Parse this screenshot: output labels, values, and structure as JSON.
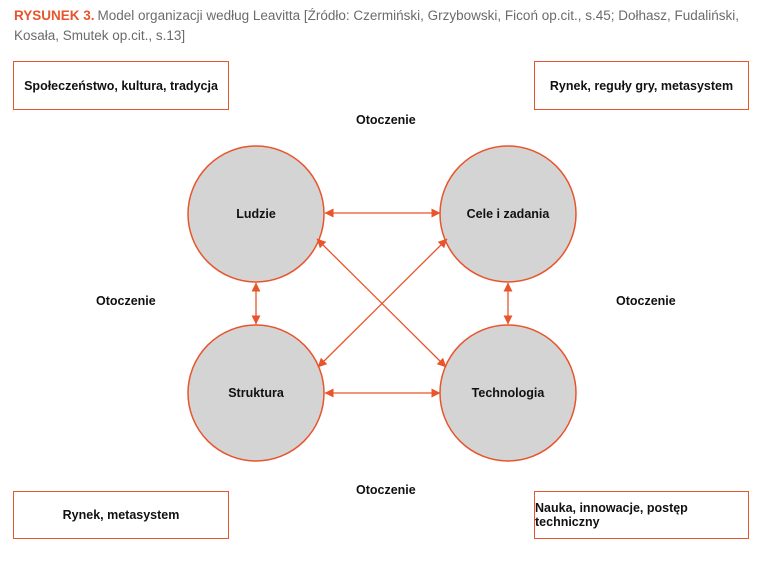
{
  "caption": {
    "lead": "RYSUNEK 3.",
    "text": "Model organizacji według Leavitta [Źródło: Czermiński, Grzybowski, Ficoń op.cit., s.45; Dołhasz, Fudaliński, Kosała, Smutek op.cit., s.13]"
  },
  "corners": {
    "top_left": "Społeczeństwo, kultura, tradycja",
    "top_right": "Rynek, reguły gry, metasystem",
    "bottom_left": "Rynek, metasystem",
    "bottom_right": "Nauka, innowacje, postęp techniczny"
  },
  "environment": {
    "top": "Otoczenie",
    "left": "Otoczenie",
    "right": "Otoczenie",
    "bottom": "Otoczenie"
  },
  "nodes": {
    "people": "Ludzie",
    "goals": "Cele i zadania",
    "structure": "Struktura",
    "technology": "Technologia"
  },
  "colors": {
    "accent": "#e8542b",
    "node_fill": "#d4d4d4",
    "caption_text": "#6b6b6b"
  }
}
